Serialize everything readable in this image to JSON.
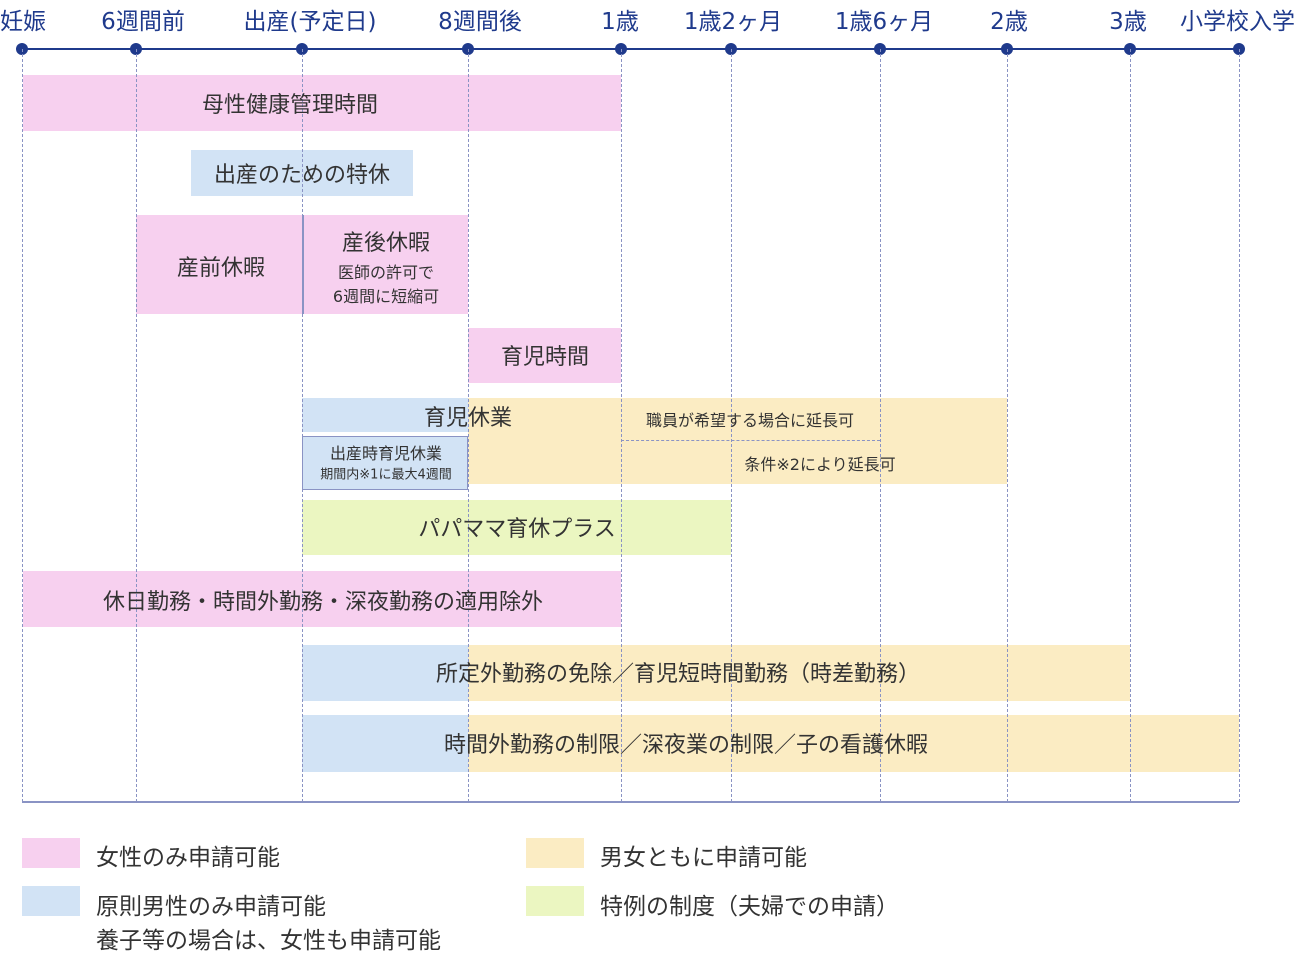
{
  "timeline": {
    "ticks": [
      "妊娠",
      "6週間前",
      "出産(予定日)",
      "8週間後",
      "1歳",
      "1歳2ヶ月",
      "1歳6ヶ月",
      "2歳",
      "3歳",
      "小学校入学"
    ]
  },
  "bars": {
    "maternal_health": "母性健康管理時間",
    "childbirth_leave": "出産のための特休",
    "prenatal_leave": "産前休暇",
    "postnatal_leave": "産後休暇",
    "postnatal_note_1": "医師の許可で",
    "postnatal_note_2": "6週間に短縮可",
    "childcare_time": "育児時間",
    "childcare_leave": "育児休業",
    "extension_request": "職員が希望する場合に延長可",
    "birth_childcare_leave": "出産時育児休業",
    "birth_childcare_note": "期間内※1に最大4週間",
    "extension_condition": "条件※2により延長可",
    "papa_mama_plus": "パパママ育休プラス",
    "work_exemption": "休日勤務・時間外勤務・深夜勤務の適用除外",
    "overtime_exemption": "所定外勤務の免除／育児短時間勤務（時差勤務）",
    "overtime_limit": "時間外勤務の制限／深夜業の制限／子の看護休暇"
  },
  "legend": {
    "women_only": "女性のみ申請可能",
    "men_principle": "原則男性のみ申請可能",
    "men_principle_note": "養子等の場合は、女性も申請可能",
    "both": "男女ともに申請可能",
    "special": "特例の制度（夫婦での申請）"
  },
  "colors": {
    "pink": "#f7d0ef",
    "blue": "#d2e3f5",
    "yellow": "#fbecc3",
    "green": "#ebf6c1",
    "axis": "#1f3a8c"
  }
}
